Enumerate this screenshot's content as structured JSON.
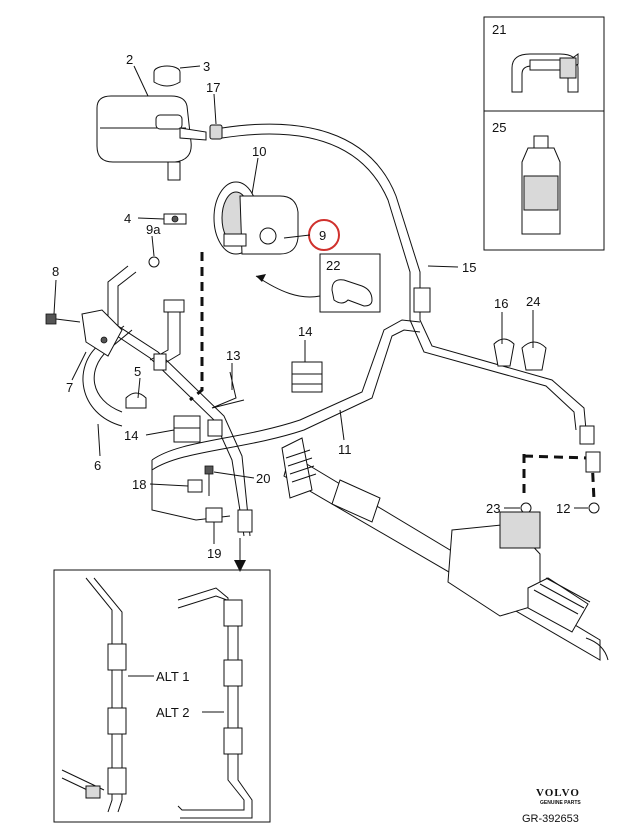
{
  "callouts": [
    {
      "id": "2",
      "label": "2"
    },
    {
      "id": "3",
      "label": "3"
    },
    {
      "id": "17",
      "label": "17"
    },
    {
      "id": "10",
      "label": "10"
    },
    {
      "id": "4",
      "label": "4"
    },
    {
      "id": "9a",
      "label": "9a"
    },
    {
      "id": "9",
      "label": "9"
    },
    {
      "id": "8",
      "label": "8"
    },
    {
      "id": "22",
      "label": "22"
    },
    {
      "id": "15",
      "label": "15"
    },
    {
      "id": "16",
      "label": "16"
    },
    {
      "id": "24",
      "label": "24"
    },
    {
      "id": "14a",
      "label": "14"
    },
    {
      "id": "7",
      "label": "7"
    },
    {
      "id": "13",
      "label": "13"
    },
    {
      "id": "5",
      "label": "5"
    },
    {
      "id": "14b",
      "label": "14"
    },
    {
      "id": "11",
      "label": "11"
    },
    {
      "id": "6",
      "label": "6"
    },
    {
      "id": "20",
      "label": "20"
    },
    {
      "id": "18",
      "label": "18"
    },
    {
      "id": "23",
      "label": "23"
    },
    {
      "id": "12",
      "label": "12"
    },
    {
      "id": "19",
      "label": "19"
    },
    {
      "id": "21",
      "label": "21"
    },
    {
      "id": "25",
      "label": "25"
    }
  ],
  "inset": {
    "alt1": "ALT 1",
    "alt2": "ALT 2"
  },
  "brand": {
    "name": "VOLVO",
    "tagline": "GENUINE PARTS",
    "code": "GR-392653"
  },
  "colors": {
    "highlight": "#d0312d",
    "ink": "#111111"
  }
}
